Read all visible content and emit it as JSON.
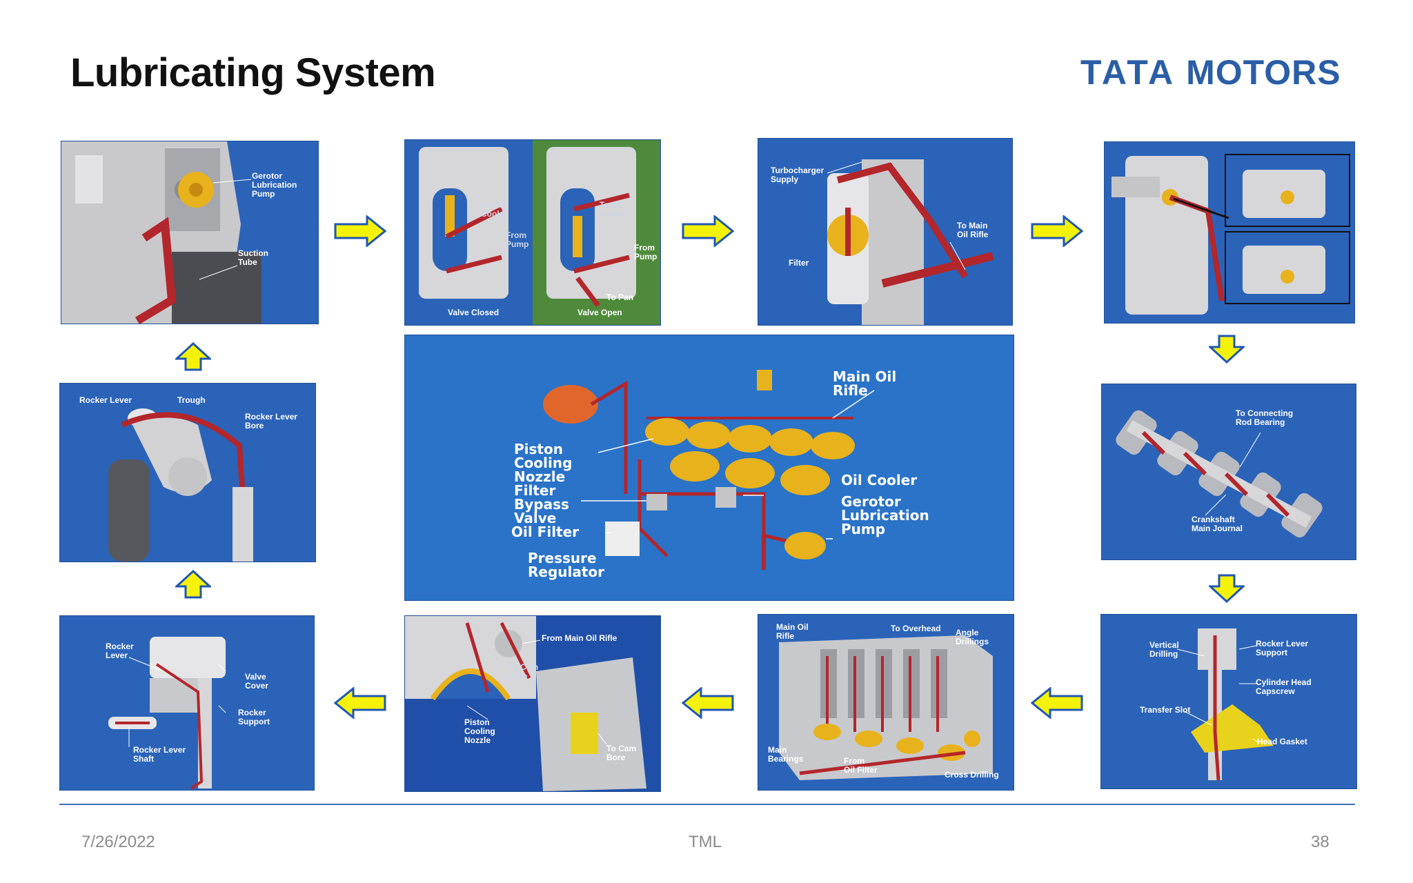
{
  "slide": {
    "title": "Lubricating System",
    "logo": {
      "brand": "TATA",
      "name": "MOTORS"
    },
    "footer": {
      "date": "7/26/2022",
      "center": "TML",
      "page_number": "38"
    }
  },
  "colors": {
    "panel_blue": "#2b63b8",
    "oil_red": "#b3262b",
    "arrow_yellow": "#f5f20a",
    "arrow_outline": "#1f57b3",
    "logo_blue": "#2a5ea6"
  },
  "panels": {
    "gerotor_pump": {
      "gerotor_label": "Gerotor\nLubrication\nPump",
      "suction_label": "Suction\nTube"
    },
    "bypass_valve": {
      "to_oil_cooler_left": "To Oil\nCooler",
      "from_pump_left": "From\nPump",
      "to_oil_cooler_right": "To Oil\nCooler",
      "from_pump_right": "From\nPump",
      "to_pan": "To Pan",
      "valve_closed": "Valve Closed",
      "valve_open": "Valve Open"
    },
    "filter": {
      "turbo_supply": "Turbocharger\nSupply",
      "to_main_rifle": "To Main\nOil Rifle",
      "filter": "Filter"
    },
    "crankshaft": {
      "to_rod_bearing": "To Connecting\nRod Bearing",
      "main_journal": "Crankshaft\nMain Journal"
    },
    "head_gasket": {
      "vertical_drilling": "Vertical\nDrilling",
      "rocker_support": "Rocker Lever\nSupport",
      "cylinder_head_capscrew": "Cylinder Head\nCapscrew",
      "transfer_slot": "Transfer Slot",
      "head_gasket": "Head Gasket"
    },
    "block": {
      "main_oil_rifle": "Main Oil\nRifle",
      "to_overhead": "To Overhead",
      "angle_drillings": "Angle\nDrillings",
      "main_bearings": "Main\nBearings",
      "from_oil_filter": "From\nOil Filter",
      "cross_drilling": "Cross Drilling"
    },
    "piston_cooling": {
      "from_main_rifle": "From Main Oil Rifle",
      "to_cam_bore_top": "To Cam\nBore",
      "piston_cooling_nozzle": "Piston\nCooling\nNozzle",
      "to_cam_bore_bottom": "To Cam\nBore"
    },
    "rocker_cover": {
      "rocker_lever": "Rocker\nLever",
      "valve_cover": "Valve\nCover",
      "rocker_support": "Rocker\nSupport",
      "rocker_lever_shaft": "Rocker Lever\nShaft"
    },
    "rocker_lever": {
      "rocker_lever": "Rocker Lever",
      "trough": "Trough",
      "rocker_lever_bore": "Rocker Lever\nBore"
    },
    "overview": {
      "main_oil_rifle": "Main Oil\nRifle",
      "piston_cooling_nozzle": "Piston\nCooling\nNozzle",
      "filter_bypass_valve": "Filter\nBypass\nValve",
      "oil_filter": "Oil Filter",
      "pressure_regulator": "Pressure\nRegulator",
      "oil_cooler": "Oil Cooler",
      "gerotor_pump": "Gerotor\nLubrication\nPump"
    }
  },
  "flow_arrows": [
    {
      "from": "gerotor_pump",
      "to": "bypass_valve",
      "direction": "right"
    },
    {
      "from": "bypass_valve",
      "to": "filter",
      "direction": "right"
    },
    {
      "from": "filter",
      "to": "crankshaft-top",
      "direction": "right"
    },
    {
      "from": "crankshaft-top",
      "to": "crankshaft",
      "direction": "down"
    },
    {
      "from": "crankshaft",
      "to": "head_gasket",
      "direction": "down"
    },
    {
      "from": "head_gasket",
      "to": "block",
      "direction": "left"
    },
    {
      "from": "block",
      "to": "piston_cooling",
      "direction": "left"
    },
    {
      "from": "piston_cooling",
      "to": "rocker_cover",
      "direction": "left"
    },
    {
      "from": "rocker_cover",
      "to": "rocker_lever",
      "direction": "up"
    },
    {
      "from": "rocker_lever",
      "to": "gerotor_pump",
      "direction": "up"
    }
  ]
}
